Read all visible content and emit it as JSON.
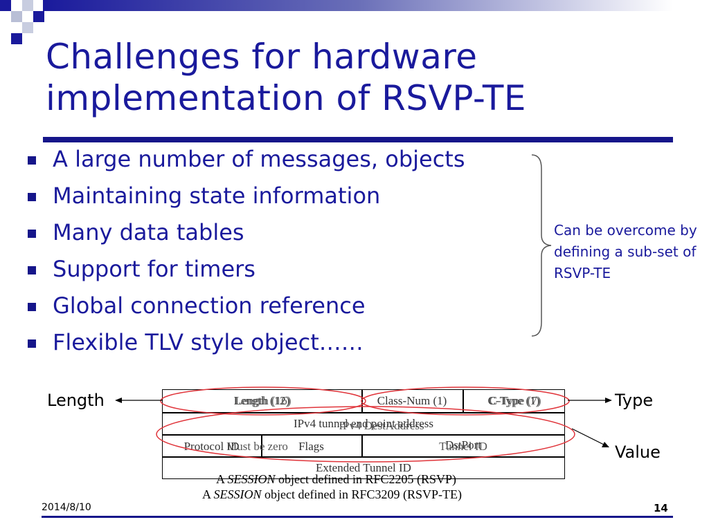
{
  "slide": {
    "title_line1": "Challenges for hardware",
    "title_line2": "implementation of RSVP-TE",
    "bullets": [
      "A large number of messages, objects",
      "Maintaining state information",
      "Many data tables",
      "Support for timers",
      "Global connection reference",
      "Flexible TLV style object……"
    ],
    "note": "Can be overcome by defining a sub-set of RSVP-TE",
    "colors": {
      "title": "#1a1a9c",
      "rule": "#16168a",
      "oval": "#e0343a"
    }
  },
  "diagram": {
    "length_label": "Length",
    "type_label": "Type",
    "value_label": "Value",
    "row1": {
      "length_a": "Length (12)",
      "length_b": "Length (16)",
      "class_num": "Class-Num (1)",
      "ctype_a": "C-Type (1)",
      "ctype_b": "C-Type (7)"
    },
    "row2": {
      "a": "IPv4 tunnel end point address",
      "b": "IPv4 DestAddress"
    },
    "row3": {
      "protocol_id": "Protocol ID",
      "must_be_zero": "Must be zero",
      "flags": "Flags",
      "dst_port": "DstPort",
      "tunnel_id": "Tunnel ID"
    },
    "row4": "Extended Tunnel ID",
    "caption1_prefix": "A ",
    "caption1_em": "SESSION",
    "caption1_suffix": " object defined in RFC2205 (RSVP)",
    "caption2_prefix": "A ",
    "caption2_em": "SESSION",
    "caption2_suffix": " object defined in RFC3209 (RSVP-TE)"
  },
  "footer": {
    "date": "2014/8/10",
    "page": "14"
  }
}
